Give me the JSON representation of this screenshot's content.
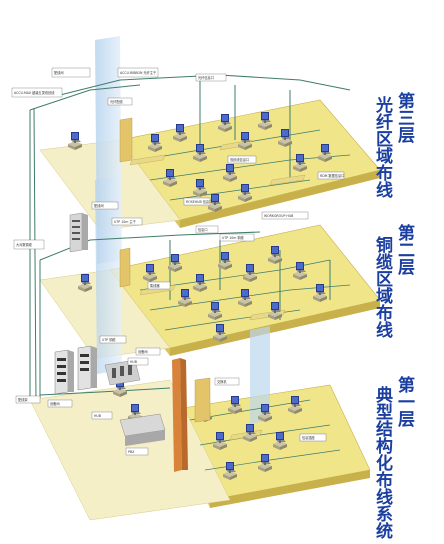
{
  "floors": [
    {
      "id": "floor3",
      "label": "第三层",
      "subtitle": "光纤区域布线",
      "tags": [
        "配线间",
        "ACCU-RIBBON 光纤主干",
        "ACCU-MAX 超级五类双绞线",
        "光纤配线",
        "光纤信息口",
        "双绞线信息口",
        "ROSEHUB 信息口",
        "RDM 数据信息口"
      ]
    },
    {
      "id": "floor2",
      "label": "第二层",
      "subtitle": "铜缆区域布线",
      "tags": [
        "配线间",
        "UTP 10m 主干",
        "大对数铜缆",
        "集线器",
        "信息口",
        "HUB",
        "UTP 10m 铜缆",
        "WORKGROUP HUB"
      ]
    },
    {
      "id": "floor1",
      "label": "第一层",
      "subtitle": "典型结构化布线系统",
      "tags": [
        "UTP 铜缆",
        "设备间",
        "HUB",
        "配线架",
        "PBX",
        "交换机",
        "信息插座",
        "设备间"
      ]
    }
  ],
  "colors": {
    "floor_top": "#f1e58a",
    "floor_front": "#d9c560",
    "floor_side": "#c8b04a",
    "shaft": "#cfe3f3",
    "cable_green": "#3f7d6a",
    "cable_orange": "#d9833a",
    "label_blue": "#1a3fa0"
  }
}
